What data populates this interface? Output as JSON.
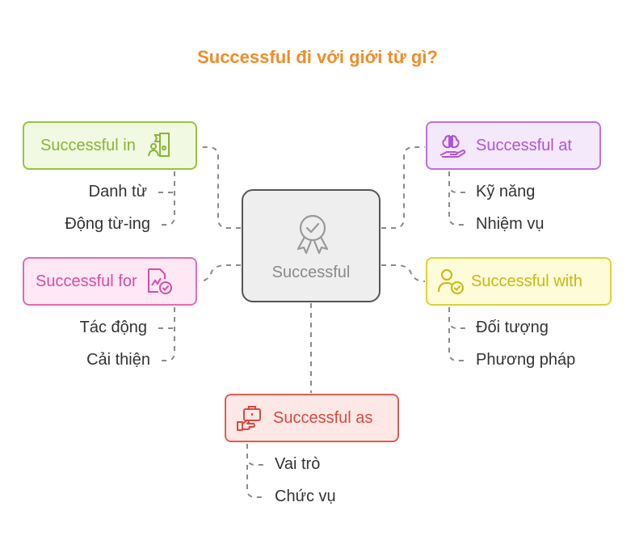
{
  "title": "Successful đi với giới từ gì?",
  "center": {
    "label": "Successful",
    "icon": "award-badge-icon"
  },
  "branches": [
    {
      "key": "in",
      "label": "Successful in",
      "icon": "people-flag-icon",
      "color": "#95c53a",
      "items": [
        "Danh từ",
        "Động từ-ing"
      ]
    },
    {
      "key": "at",
      "label": "Successful at",
      "icon": "brain-hand-icon",
      "color": "#bf6fe0",
      "items": [
        "Kỹ năng",
        "Nhiệm vụ"
      ]
    },
    {
      "key": "for",
      "label": "Successful for",
      "icon": "chart-document-icon",
      "color": "#e26bb7",
      "items": [
        "Tác động",
        "Cải thiện"
      ]
    },
    {
      "key": "with",
      "label": "Successful with",
      "icon": "user-check-icon",
      "color": "#ddd23a",
      "items": [
        "Đối tượng",
        "Phương pháp"
      ]
    },
    {
      "key": "as",
      "label": "Successful as",
      "icon": "briefcase-hand-icon",
      "color": "#e25a52",
      "items": [
        "Vai trò",
        "Chức vụ"
      ]
    }
  ]
}
